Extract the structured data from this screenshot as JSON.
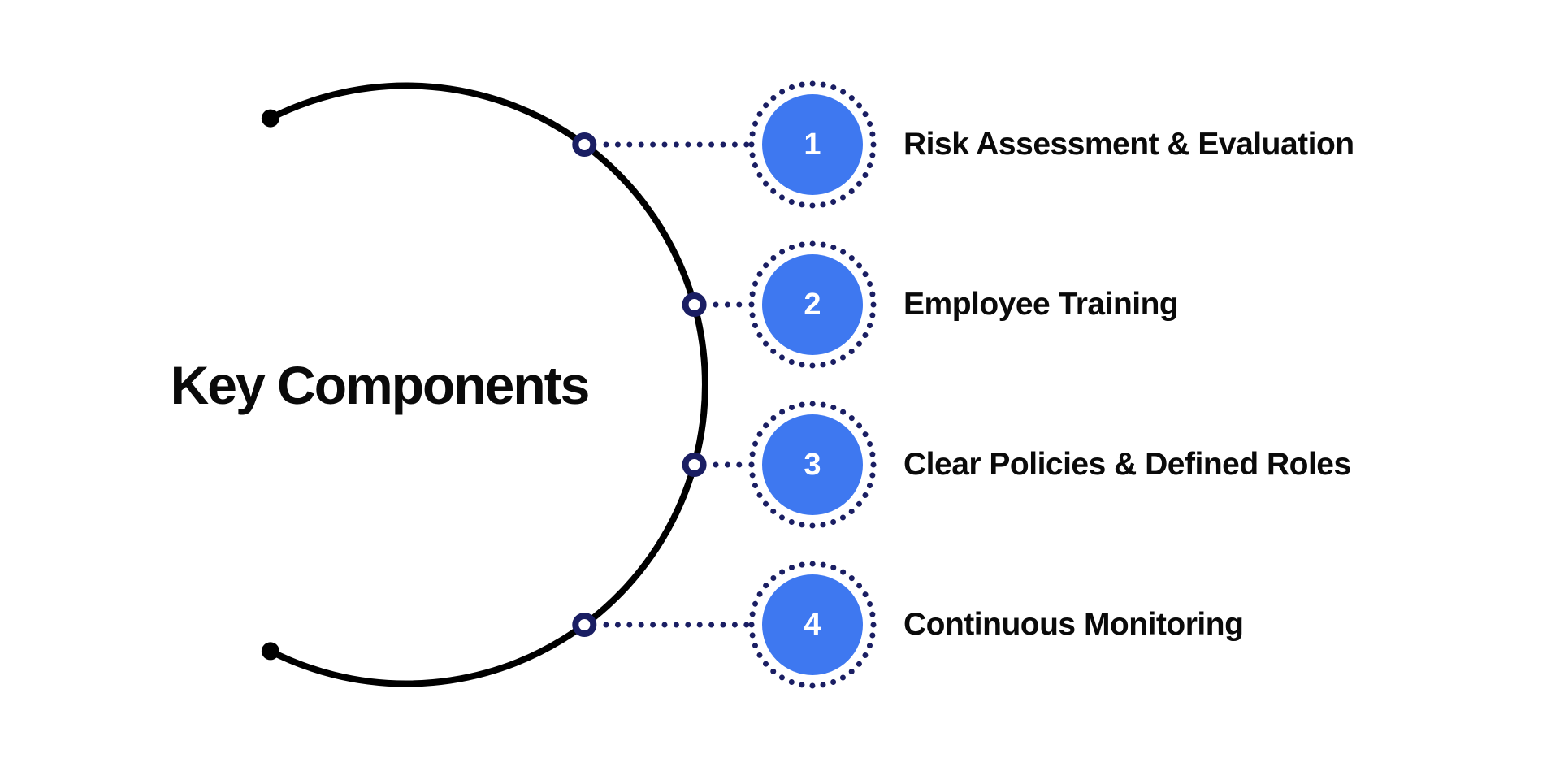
{
  "title": "Key Components",
  "items": [
    {
      "number": "1",
      "label": "Risk Assessment & Evaluation"
    },
    {
      "number": "2",
      "label": "Employee Training"
    },
    {
      "number": "3",
      "label": "Clear Policies & Defined Roles"
    },
    {
      "number": "4",
      "label": "Continuous Monitoring"
    }
  ],
  "colors": {
    "accent_blue": "#3E78F0",
    "navy": "#1A1E63",
    "line_black": "#000000",
    "text": "#0A0A0A",
    "background": "#FFFFFF"
  }
}
